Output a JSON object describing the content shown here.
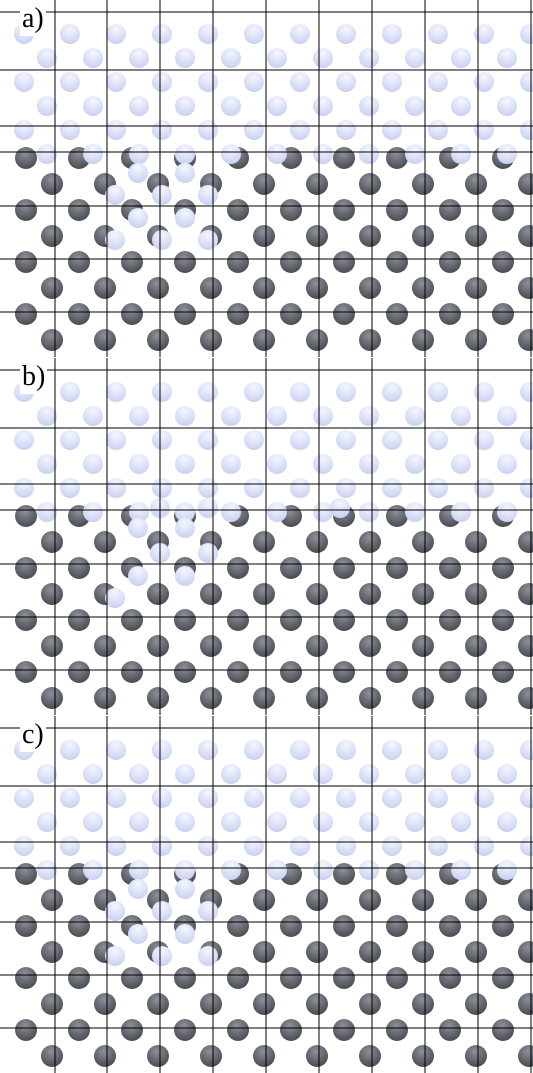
{
  "panels": [
    {
      "label": "a)",
      "color_bright": "#d6dcf4",
      "color_dark": "#4b4d55"
    },
    {
      "label": "b)",
      "color_bright": "#d6dcf4",
      "color_dark": "#4b4d55"
    },
    {
      "label": "c)",
      "color_bright": "#d6dcf4",
      "color_dark": "#4b4d55"
    }
  ],
  "colors": {
    "grid_line": "#000000",
    "bright_atom": "#c9d1f1",
    "bright_atom_highlight": "#f4f6ff",
    "dark_atom": "#3f4147",
    "dark_atom_highlight": "#8d9099"
  }
}
